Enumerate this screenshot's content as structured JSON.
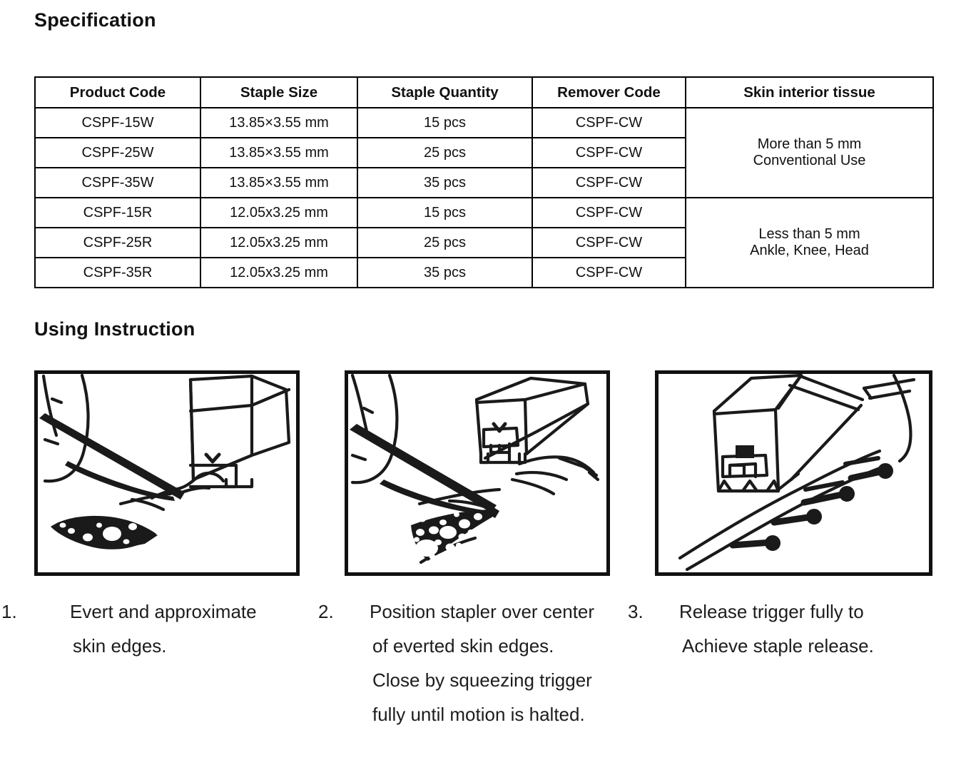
{
  "spec": {
    "heading": "Specification",
    "columns": [
      "Product Code",
      "Staple Size",
      "Staple Quantity",
      "Remover Code",
      "Skin interior tissue"
    ],
    "rows": [
      {
        "code": "CSPF-15W",
        "size": "13.85×3.55 mm",
        "qty": "15 pcs",
        "remover": "CSPF-CW",
        "bold": false
      },
      {
        "code": "CSPF-25W",
        "size": "13.85×3.55 mm",
        "qty": "25 pcs",
        "remover": "CSPF-CW",
        "bold": false
      },
      {
        "code": "CSPF-35W",
        "size": "13.85×3.55 mm",
        "qty": "35 pcs",
        "remover": "CSPF-CW",
        "bold": true
      },
      {
        "code": "CSPF-15R",
        "size": "12.05x3.25 mm",
        "qty": "15 pcs",
        "remover": "CSPF-CW",
        "bold": false
      },
      {
        "code": "CSPF-25R",
        "size": "12.05x3.25 mm",
        "qty": "25 pcs",
        "remover": "CSPF-CW",
        "bold": false
      },
      {
        "code": "CSPF-35R",
        "size": "12.05x3.25 mm",
        "qty": "35 pcs",
        "remover": "CSPF-CW",
        "bold": true
      }
    ],
    "tissue_groups": [
      {
        "line1": "More than 5 mm",
        "line2": "Conventional Use",
        "rowspan": 3
      },
      {
        "line1": "Less than 5 mm",
        "line2": "Ankle, Knee, Head",
        "rowspan": 3
      }
    ]
  },
  "instructions": {
    "heading": "Using Instruction",
    "steps": [
      {
        "number": "1.",
        "lines": [
          "Evert and approximate",
          "skin edges."
        ],
        "illustration": "forceps-everting-skin-edges-with-stapler-above"
      },
      {
        "number": "2.",
        "lines": [
          "Position stapler over center",
          "of everted skin edges.",
          "Close by squeezing trigger",
          "fully until motion is halted."
        ],
        "illustration": "stapler-positioned-over-everted-skin-edges"
      },
      {
        "number": "3.",
        "lines": [
          "Release trigger fully to",
          "Achieve staple release."
        ],
        "illustration": "stapler-releasing-staples-into-closed-wound"
      }
    ]
  },
  "colors": {
    "ink": "#111111",
    "page_background": "#ffffff",
    "table_border": "#000000"
  }
}
